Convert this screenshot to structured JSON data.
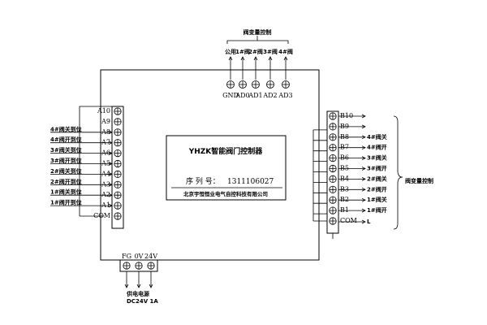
{
  "top": {
    "bracket_label": "阀变量控制",
    "outputs": [
      {
        "top_label": "公用",
        "pin": "GND"
      },
      {
        "top_label": "1#阀",
        "pin": "AD0"
      },
      {
        "top_label": "2#阀",
        "pin": "AD1"
      },
      {
        "top_label": "3#阀",
        "pin": "AD2"
      },
      {
        "top_label": "4#阀",
        "pin": "AD3"
      }
    ]
  },
  "center": {
    "title": "YHZK智能阀门控制器",
    "serial_label": "序 列 号：",
    "serial_value": "1311106027",
    "company": "北京宇恒恒业电气自控科技有限公司"
  },
  "left": {
    "terminals": [
      "A10",
      "A9",
      "A8",
      "A7",
      "A6",
      "A5",
      "A4",
      "A3",
      "A2",
      "A1",
      "COM"
    ],
    "inputs": [
      "4#阀关到位",
      "4#阀开到位",
      "3#阀关到位",
      "3#阀开到位",
      "2#阀关到位",
      "2#阀开到位",
      "1#阀关到位",
      "1#阀开到位"
    ]
  },
  "right": {
    "terminals": [
      "B10",
      "B9",
      "B8",
      "B7",
      "B6",
      "B5",
      "B4",
      "B3",
      "B2",
      "B1",
      "COM"
    ],
    "outputs": [
      "4#阀关",
      "4#阀开",
      "3#阀关",
      "3#阀开",
      "2#阀关",
      "2#阀开",
      "1#阀关",
      "1#阀开"
    ],
    "bracket_label": "阀变量控制",
    "last_label": "L"
  },
  "power": {
    "terminals": [
      "FG",
      "0V",
      "24V"
    ],
    "label": "供电电源",
    "spec": "DC24V  1A"
  }
}
